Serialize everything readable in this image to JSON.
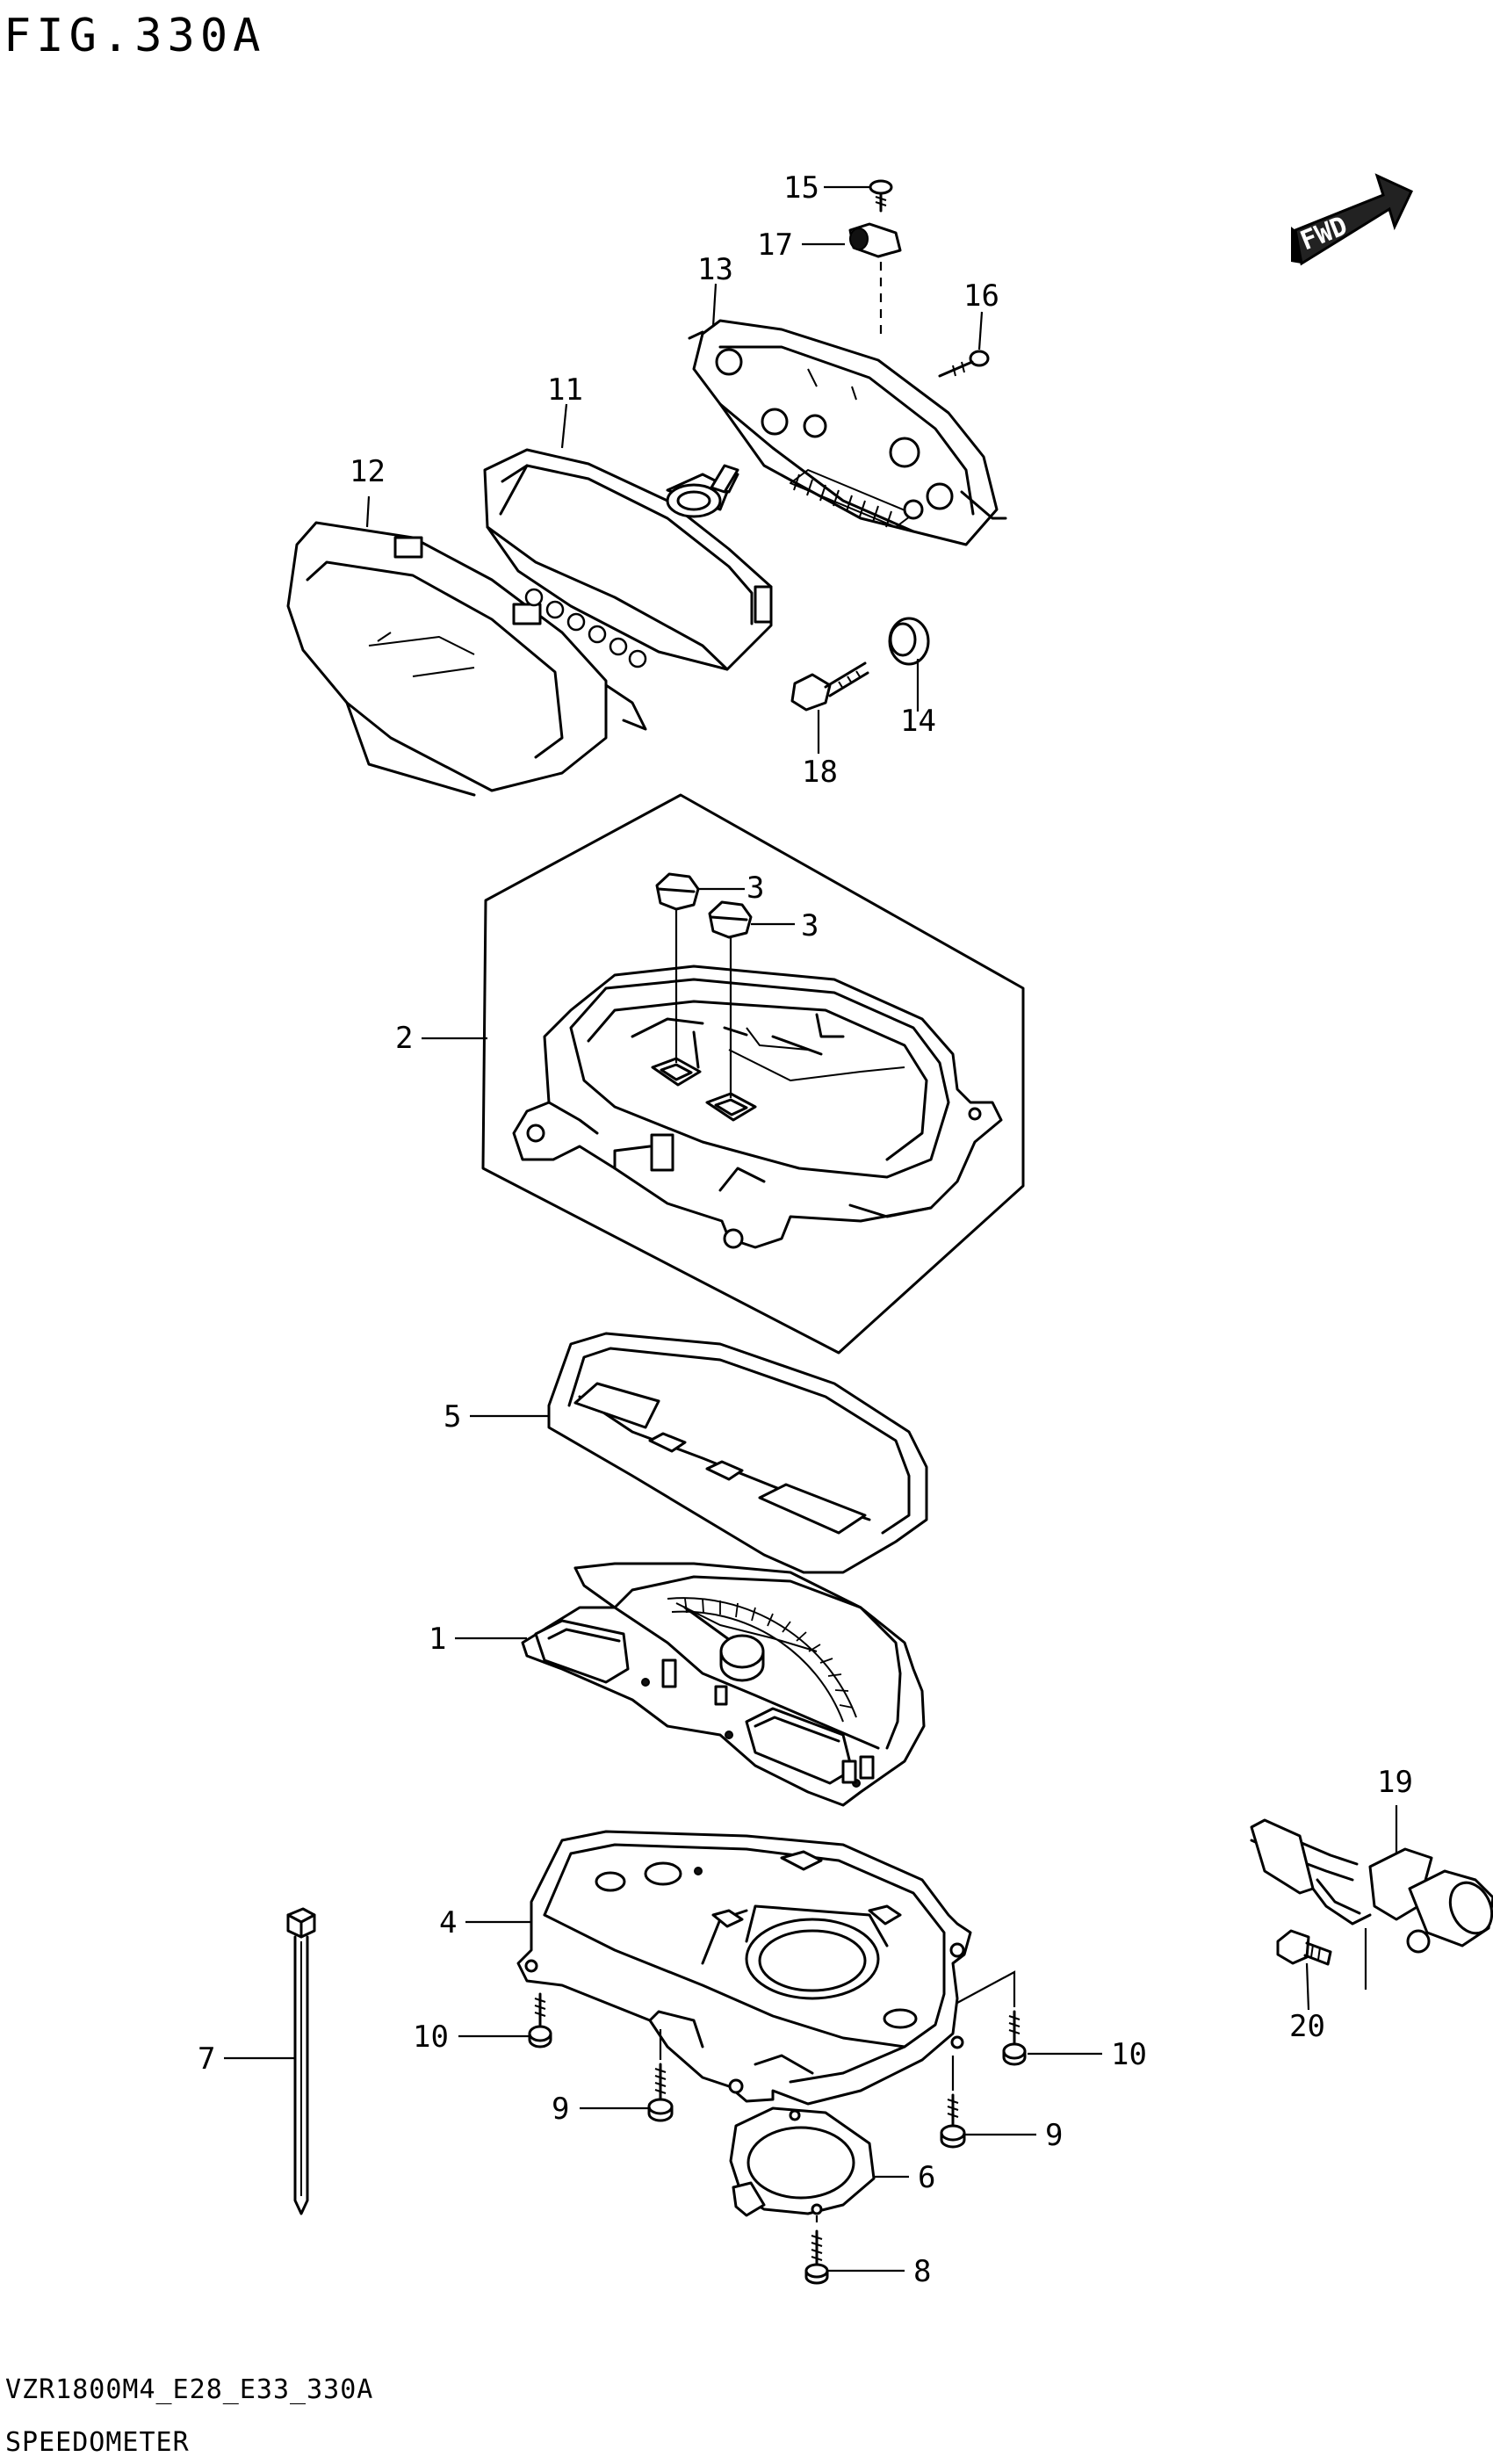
{
  "figure": {
    "title": "FIG.330A",
    "model_code": "VZR1800M4_E28_E33_330A",
    "caption": "SPEEDOMETER",
    "fwd_label": "FWD"
  },
  "callouts": [
    {
      "id": "c1",
      "label": "1"
    },
    {
      "id": "c2",
      "label": "2"
    },
    {
      "id": "c3a",
      "label": "3"
    },
    {
      "id": "c3b",
      "label": "3"
    },
    {
      "id": "c4",
      "label": "4"
    },
    {
      "id": "c5",
      "label": "5"
    },
    {
      "id": "c6",
      "label": "6"
    },
    {
      "id": "c7",
      "label": "7"
    },
    {
      "id": "c8",
      "label": "8"
    },
    {
      "id": "c9a",
      "label": "9"
    },
    {
      "id": "c9b",
      "label": "9"
    },
    {
      "id": "c10a",
      "label": "10"
    },
    {
      "id": "c10b",
      "label": "10"
    },
    {
      "id": "c11",
      "label": "11"
    },
    {
      "id": "c12",
      "label": "12"
    },
    {
      "id": "c13",
      "label": "13"
    },
    {
      "id": "c14",
      "label": "14"
    },
    {
      "id": "c15",
      "label": "15"
    },
    {
      "id": "c16",
      "label": "16"
    },
    {
      "id": "c17",
      "label": "17"
    },
    {
      "id": "c18",
      "label": "18"
    },
    {
      "id": "c19",
      "label": "19"
    },
    {
      "id": "c20",
      "label": "20"
    }
  ]
}
